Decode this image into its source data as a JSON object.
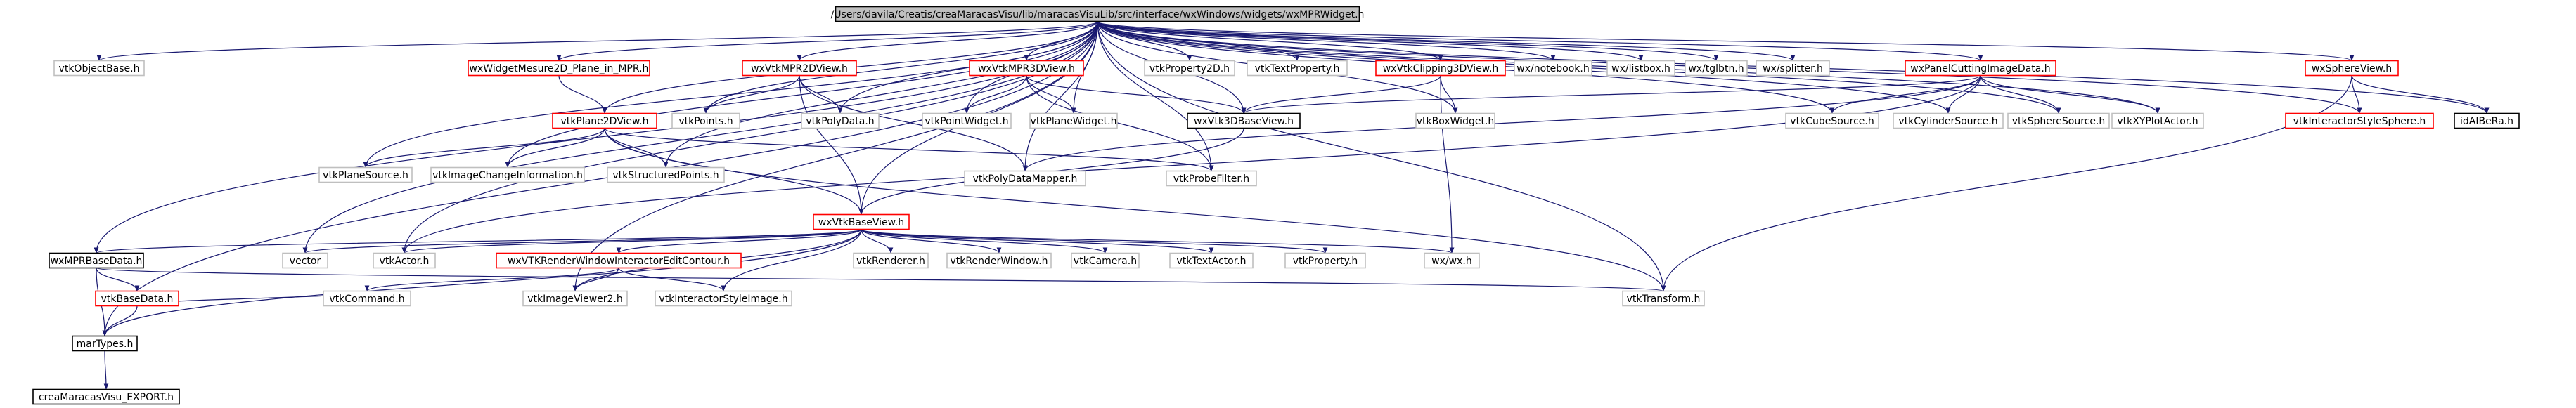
{
  "diagram": {
    "palette": {
      "edge": "#191970",
      "gray": "#bfbfbf",
      "red": "#ff0000",
      "black": "#000000",
      "root_fill": "#bfbfbf"
    },
    "nodes": [
      {
        "id": "root",
        "label": "/Users/davila/Creatis/creaMaracasVisu/lib/maracasVisuLib/src/interface/wxWindows/widgets/wxMPRWidget.h",
        "style": "root"
      },
      {
        "id": "vtkObjectBase",
        "label": "vtkObjectBase.h",
        "style": "gray"
      },
      {
        "id": "wxWidgetMesure2D",
        "label": "wxWidgetMesure2D_Plane_in_MPR.h",
        "style": "red"
      },
      {
        "id": "wxVtkMPR2DView",
        "label": "wxVtkMPR2DView.h",
        "style": "red"
      },
      {
        "id": "wxVtkMPR3DView",
        "label": "wxVtkMPR3DView.h",
        "style": "red"
      },
      {
        "id": "vtkProperty2D",
        "label": "vtkProperty2D.h",
        "style": "gray"
      },
      {
        "id": "vtkTextProperty",
        "label": "vtkTextProperty.h",
        "style": "gray"
      },
      {
        "id": "wxVtkClipping3DView",
        "label": "wxVtkClipping3DView.h",
        "style": "red"
      },
      {
        "id": "wxnotebook",
        "label": "wx/notebook.h",
        "style": "gray"
      },
      {
        "id": "wxlistbox",
        "label": "wx/listbox.h",
        "style": "gray"
      },
      {
        "id": "wxtglbtn",
        "label": "wx/tglbtn.h",
        "style": "gray"
      },
      {
        "id": "wxsplitter",
        "label": "wx/splitter.h",
        "style": "gray"
      },
      {
        "id": "wxPanelCuttingImageData",
        "label": "wxPanelCuttingImageData.h",
        "style": "red"
      },
      {
        "id": "wxSphereView",
        "label": "wxSphereView.h",
        "style": "red"
      },
      {
        "id": "vtkPlane2DView",
        "label": "vtkPlane2DView.h",
        "style": "red"
      },
      {
        "id": "vtkPoints",
        "label": "vtkPoints.h",
        "style": "gray"
      },
      {
        "id": "vtkPolyData",
        "label": "vtkPolyData.h",
        "style": "gray"
      },
      {
        "id": "vtkPointWidget",
        "label": "vtkPointWidget.h",
        "style": "gray"
      },
      {
        "id": "vtkPlaneWidget",
        "label": "vtkPlaneWidget.h",
        "style": "gray"
      },
      {
        "id": "wxVtk3DBaseView",
        "label": "wxVtk3DBaseView.h",
        "style": "black"
      },
      {
        "id": "vtkBoxWidget",
        "label": "vtkBoxWidget.h",
        "style": "gray"
      },
      {
        "id": "vtkCubeSource",
        "label": "vtkCubeSource.h",
        "style": "gray"
      },
      {
        "id": "vtkCylinderSource",
        "label": "vtkCylinderSource.h",
        "style": "gray"
      },
      {
        "id": "vtkSphereSource",
        "label": "vtkSphereSource.h",
        "style": "gray"
      },
      {
        "id": "vtkXYPlotActor",
        "label": "vtkXYPlotActor.h",
        "style": "gray"
      },
      {
        "id": "vtkInteractorStyleSphere",
        "label": "vtkInteractorStyleSphere.h",
        "style": "red"
      },
      {
        "id": "idAIBeRa",
        "label": "idAIBeRa.h",
        "style": "black"
      },
      {
        "id": "vtkPlaneSource",
        "label": "vtkPlaneSource.h",
        "style": "gray"
      },
      {
        "id": "vtkImageChangeInformation",
        "label": "vtkImageChangeInformation.h",
        "style": "gray"
      },
      {
        "id": "vtkStructuredPoints",
        "label": "vtkStructuredPoints.h",
        "style": "gray"
      },
      {
        "id": "vtkPolyDataMapper",
        "label": "vtkPolyDataMapper.h",
        "style": "gray"
      },
      {
        "id": "vtkProbeFilter",
        "label": "vtkProbeFilter.h",
        "style": "gray"
      },
      {
        "id": "wxVtkBaseView",
        "label": "wxVtkBaseView.h",
        "style": "red"
      },
      {
        "id": "wxMPRBaseData",
        "label": "wxMPRBaseData.h",
        "style": "black"
      },
      {
        "id": "vector",
        "label": "vector",
        "style": "gray"
      },
      {
        "id": "vtkActor",
        "label": "vtkActor.h",
        "style": "gray"
      },
      {
        "id": "wxVTKRenderWindow",
        "label": "wxVTKRenderWindowInteractorEditContour.h",
        "style": "red"
      },
      {
        "id": "vtkRenderer",
        "label": "vtkRenderer.h",
        "style": "gray"
      },
      {
        "id": "vtkRenderWindow",
        "label": "vtkRenderWindow.h",
        "style": "gray"
      },
      {
        "id": "vtkCamera",
        "label": "vtkCamera.h",
        "style": "gray"
      },
      {
        "id": "vtkTextActor",
        "label": "vtkTextActor.h",
        "style": "gray"
      },
      {
        "id": "vtkProperty",
        "label": "vtkProperty.h",
        "style": "gray"
      },
      {
        "id": "wxwx",
        "label": "wx/wx.h",
        "style": "gray"
      },
      {
        "id": "vtkBaseData",
        "label": "vtkBaseData.h",
        "style": "red"
      },
      {
        "id": "vtkCommand",
        "label": "vtkCommand.h",
        "style": "gray"
      },
      {
        "id": "vtkImageViewer2",
        "label": "vtkImageViewer2.h",
        "style": "gray"
      },
      {
        "id": "vtkInteractorStyleImage",
        "label": "vtkInteractorStyleImage.h",
        "style": "gray"
      },
      {
        "id": "vtkTransform",
        "label": "vtkTransform.h",
        "style": "gray"
      },
      {
        "id": "marTypes",
        "label": "marTypes.h",
        "style": "black"
      },
      {
        "id": "creaExport",
        "label": "creaMaracasVisu_EXPORT.h",
        "style": "black"
      }
    ],
    "edges": [
      [
        "root",
        "vtkObjectBase"
      ],
      [
        "root",
        "wxWidgetMesure2D"
      ],
      [
        "root",
        "wxVtkMPR2DView"
      ],
      [
        "root",
        "wxVtkMPR3DView"
      ],
      [
        "root",
        "vtkProperty2D"
      ],
      [
        "root",
        "vtkTextProperty"
      ],
      [
        "root",
        "wxVtkClipping3DView"
      ],
      [
        "root",
        "wxnotebook"
      ],
      [
        "root",
        "wxlistbox"
      ],
      [
        "root",
        "wxtglbtn"
      ],
      [
        "root",
        "wxsplitter"
      ],
      [
        "root",
        "wxPanelCuttingImageData"
      ],
      [
        "root",
        "wxSphereView"
      ],
      [
        "root",
        "idAIBeRa"
      ],
      [
        "root",
        "vtkInteractorStyleSphere"
      ],
      [
        "root",
        "vtkXYPlotActor"
      ],
      [
        "root",
        "vtkSphereSource"
      ],
      [
        "root",
        "vtkCylinderSource"
      ],
      [
        "root",
        "vtkCubeSource"
      ],
      [
        "root",
        "vtkBoxWidget"
      ],
      [
        "root",
        "wxVtk3DBaseView"
      ],
      [
        "root",
        "vtkPlaneWidget"
      ],
      [
        "root",
        "vtkPointWidget"
      ],
      [
        "root",
        "vtkPolyData"
      ],
      [
        "root",
        "vtkPoints"
      ],
      [
        "root",
        "vtkPlane2DView"
      ],
      [
        "root",
        "vtkPlaneSource"
      ],
      [
        "root",
        "vtkImageChangeInformation"
      ],
      [
        "root",
        "vtkStructuredPoints"
      ],
      [
        "root",
        "vtkPolyDataMapper"
      ],
      [
        "root",
        "vtkProbeFilter"
      ],
      [
        "root",
        "wxVtkBaseView"
      ],
      [
        "root",
        "wxMPRBaseData"
      ],
      [
        "root",
        "vector"
      ],
      [
        "root",
        "vtkActor"
      ],
      [
        "root",
        "vtkImageViewer2"
      ],
      [
        "root",
        "vtkTransform"
      ],
      [
        "root",
        "marTypes"
      ],
      [
        "wxWidgetMesure2D",
        "vtkPlane2DView"
      ],
      [
        "wxVtkMPR2DView",
        "vtkPoints"
      ],
      [
        "wxVtkMPR2DView",
        "vtkPolyData"
      ],
      [
        "wxVtkMPR2DView",
        "wxVtkBaseView"
      ],
      [
        "wxVtkMPR2DView",
        "vtkPolyDataMapper"
      ],
      [
        "wxVtkMPR3DView",
        "vtkPointWidget"
      ],
      [
        "wxVtkMPR3DView",
        "vtkPlaneWidget"
      ],
      [
        "wxVtkMPR3DView",
        "wxVtk3DBaseView"
      ],
      [
        "wxVtkMPR3DView",
        "vtkProbeFilter"
      ],
      [
        "wxVtkClipping3DView",
        "wxVtk3DBaseView"
      ],
      [
        "wxVtkClipping3DView",
        "vtkBoxWidget"
      ],
      [
        "wxVtkClipping3DView",
        "wxwx"
      ],
      [
        "wxPanelCuttingImageData",
        "wxVtk3DBaseView"
      ],
      [
        "wxPanelCuttingImageData",
        "vtkCubeSource"
      ],
      [
        "wxPanelCuttingImageData",
        "vtkCylinderSource"
      ],
      [
        "wxPanelCuttingImageData",
        "vtkSphereSource"
      ],
      [
        "wxPanelCuttingImageData",
        "vtkXYPlotActor"
      ],
      [
        "wxPanelCuttingImageData",
        "vtkPolyDataMapper"
      ],
      [
        "wxPanelCuttingImageData",
        "vtkActor"
      ],
      [
        "wxSphereView",
        "vtkInteractorStyleSphere"
      ],
      [
        "wxSphereView",
        "idAIBeRa"
      ],
      [
        "wxSphereView",
        "vtkTransform"
      ],
      [
        "vtkPlane2DView",
        "vtkPlaneSource"
      ],
      [
        "vtkPlane2DView",
        "vtkImageChangeInformation"
      ],
      [
        "vtkPlane2DView",
        "vtkStructuredPoints"
      ],
      [
        "vtkPlane2DView",
        "wxVtkBaseView"
      ],
      [
        "vtkPlane2DView",
        "vtkProbeFilter"
      ],
      [
        "vtkPlane2DView",
        "vtkTransform"
      ],
      [
        "wxVtk3DBaseView",
        "wxVtkBaseView"
      ],
      [
        "wxVtkBaseView",
        "wxMPRBaseData"
      ],
      [
        "wxVtkBaseView",
        "vector"
      ],
      [
        "wxVtkBaseView",
        "vtkActor"
      ],
      [
        "wxVtkBaseView",
        "wxVTKRenderWindow"
      ],
      [
        "wxVtkBaseView",
        "vtkRenderer"
      ],
      [
        "wxVtkBaseView",
        "vtkRenderWindow"
      ],
      [
        "wxVtkBaseView",
        "vtkCamera"
      ],
      [
        "wxVtkBaseView",
        "vtkTextActor"
      ],
      [
        "wxVtkBaseView",
        "vtkProperty"
      ],
      [
        "wxVtkBaseView",
        "wxwx"
      ],
      [
        "wxVtkBaseView",
        "vtkImageViewer2"
      ],
      [
        "wxVtkBaseView",
        "vtkInteractorStyleImage"
      ],
      [
        "wxVtkBaseView",
        "marTypes"
      ],
      [
        "wxVTKRenderWindow",
        "vtkCommand"
      ],
      [
        "wxVTKRenderWindow",
        "vtkImageViewer2"
      ],
      [
        "wxVTKRenderWindow",
        "vtkInteractorStyleImage"
      ],
      [
        "wxMPRBaseData",
        "vtkBaseData"
      ],
      [
        "wxMPRBaseData",
        "marTypes"
      ],
      [
        "wxMPRBaseData",
        "vtkTransform"
      ],
      [
        "vtkBaseData",
        "marTypes"
      ],
      [
        "vtkBaseData",
        "vtkCommand"
      ],
      [
        "marTypes",
        "creaExport"
      ]
    ]
  }
}
